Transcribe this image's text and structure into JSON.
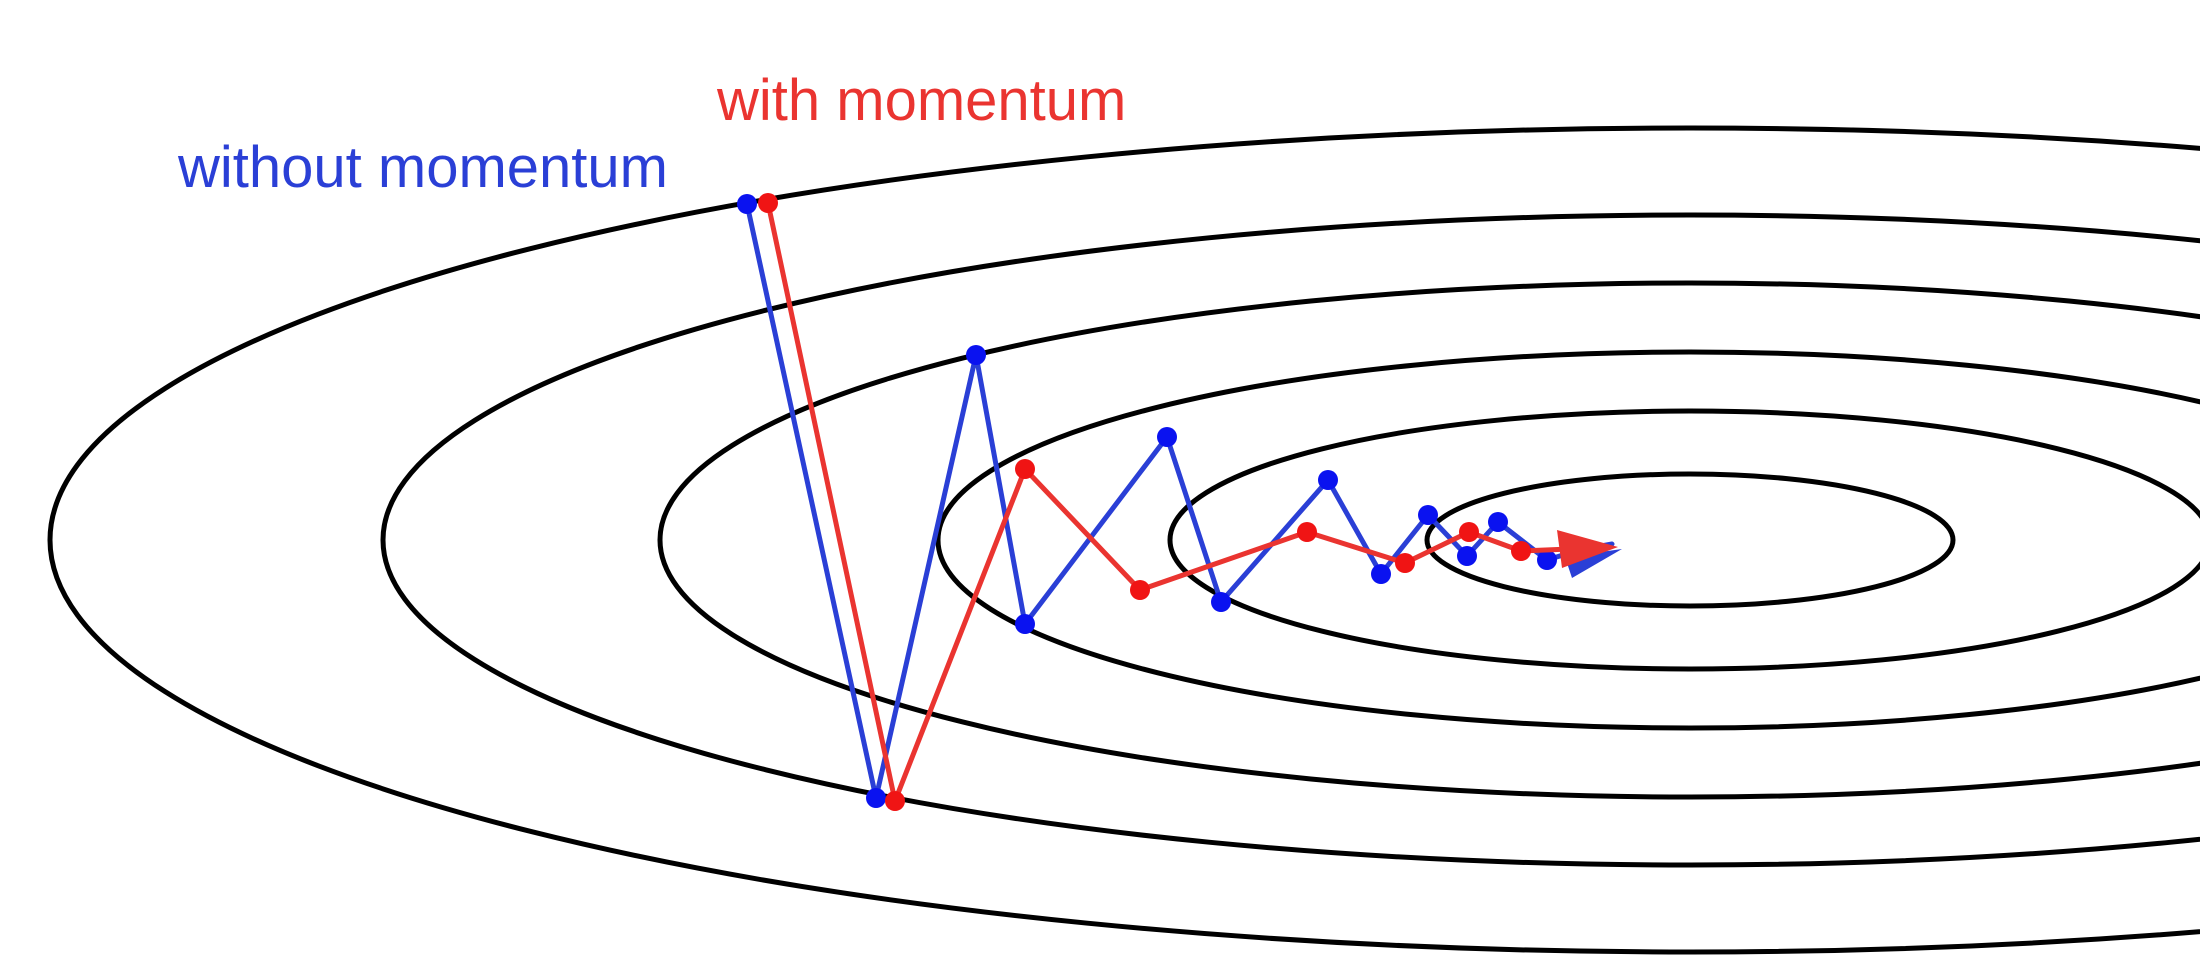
{
  "labels": {
    "without": "without momentum",
    "with": "with momentum"
  },
  "colors": {
    "contour": "#000000",
    "without_momentum_line": "#2a3fd6",
    "without_momentum_point": "#0a12f0",
    "with_momentum_line": "#ea3430",
    "with_momentum_point": "#f01414"
  },
  "contour_count": 6,
  "series": [
    {
      "key": "without",
      "name": "without momentum",
      "steps": 15
    },
    {
      "key": "with",
      "name": "with momentum",
      "steps": 10
    }
  ]
}
